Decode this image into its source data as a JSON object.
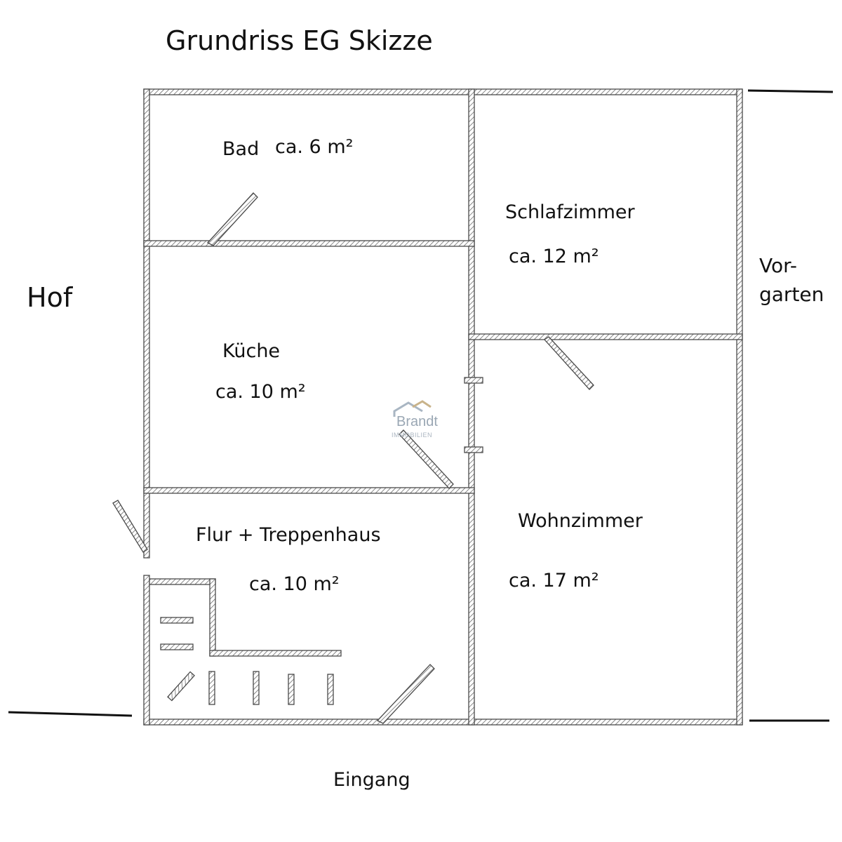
{
  "title": "Grundriss EG Skizze",
  "rooms": {
    "bad": {
      "name": "Bad",
      "area": "ca. 6 m²"
    },
    "schlafzimmer": {
      "name": "Schlafzimmer",
      "area": "ca. 12 m²"
    },
    "kueche": {
      "name": "Küche",
      "area": "ca. 10 m²"
    },
    "flur": {
      "name": "Flur + Treppenhaus",
      "area": "ca. 10 m²"
    },
    "wohnzimmer": {
      "name": "Wohnzimmer",
      "area": "ca. 17 m²"
    }
  },
  "surroundings": {
    "hof": "Hof",
    "vorgarten_line1": "Vor-",
    "vorgarten_line2": "garten",
    "eingang": "Eingang"
  },
  "watermark": {
    "name": "Brandt",
    "sub": "IMMOBILIEN",
    "icon": "house-roof-icon"
  },
  "colors": {
    "wall": "#555555",
    "wall_fill": "#ffffff",
    "text": "#111111",
    "watermark": "#9aa7b4"
  }
}
